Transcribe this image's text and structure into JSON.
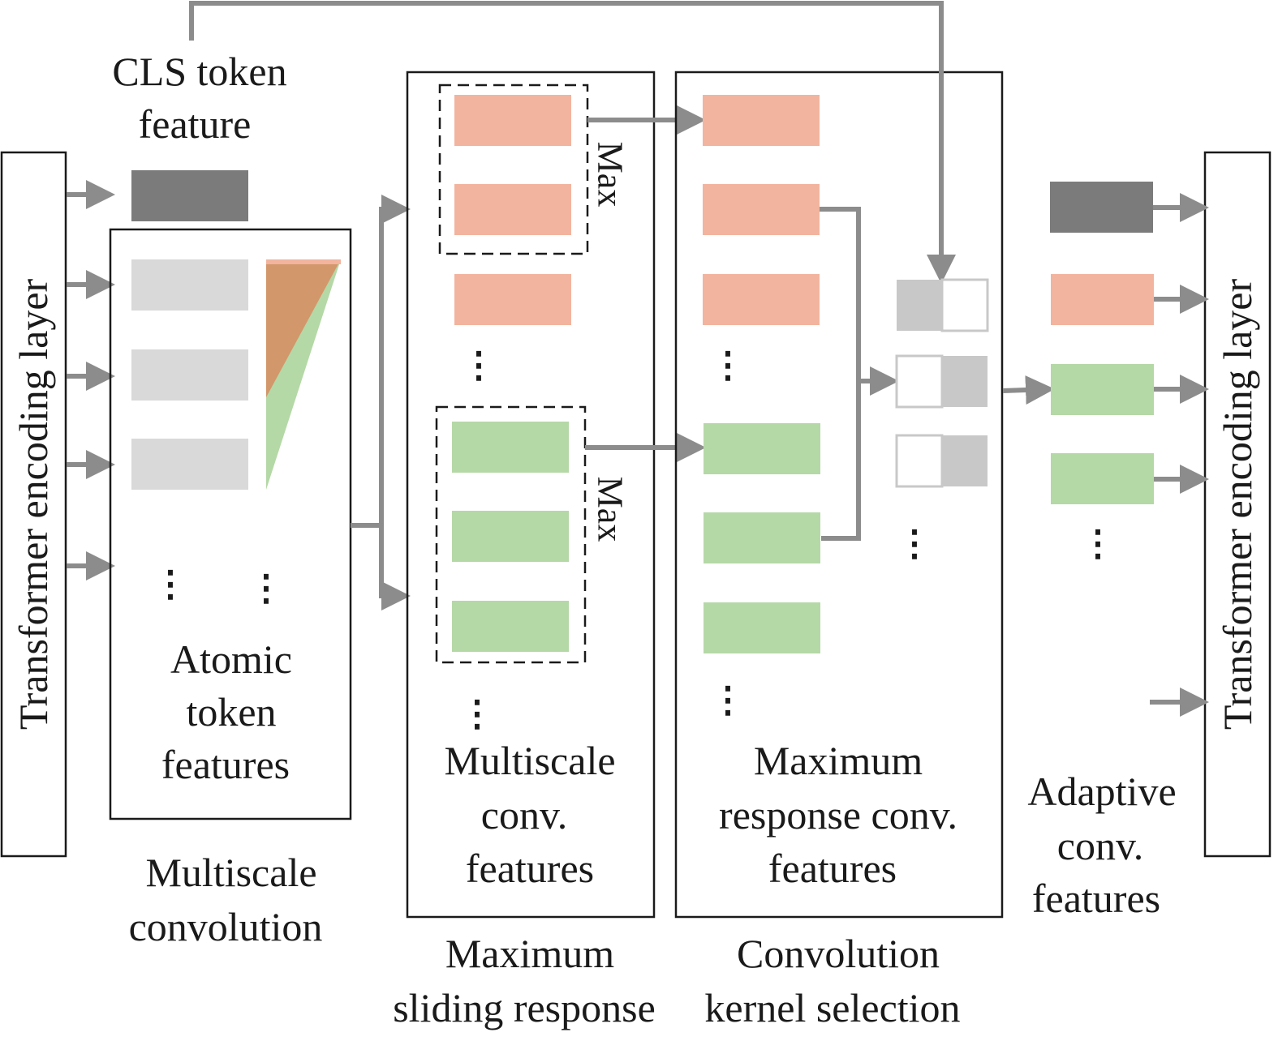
{
  "left_layer": {
    "label": "Transformer encoding layer"
  },
  "right_layer": {
    "label": "Transformer encoding layer"
  },
  "cls": {
    "line1": "CLS token",
    "line2": "feature"
  },
  "atomic": {
    "line1": "Atomic",
    "line2": "token",
    "line3": "features"
  },
  "multiscale_convolution": {
    "line1": "Multiscale",
    "line2": "convolution"
  },
  "multiscale_conv_features": {
    "line1": "Multiscale",
    "line2": "conv.",
    "line3": "features"
  },
  "maximum_sliding_response": {
    "line1": "Maximum",
    "line2": "sliding response"
  },
  "max_labels": {
    "top": "Max",
    "bottom": "Max"
  },
  "maximum_response_features": {
    "line1": "Maximum",
    "line2": "response conv.",
    "line3": "features"
  },
  "convolution_kernel_selection": {
    "line1": "Convolution",
    "line2": "kernel selection"
  },
  "adaptive": {
    "line1": "Adaptive",
    "line2": "conv.",
    "line3": "features"
  },
  "ellipsis": "⋮",
  "colors": {
    "cls_gray": "#7b7b7b",
    "light_gray": "#d9d9d9",
    "salmon": "#f2b49e",
    "green": "#b5d8a7",
    "arrow": "#8c8c8c",
    "triangle_orange": "#d2976a",
    "triangle_green": "#b5d8a7"
  }
}
